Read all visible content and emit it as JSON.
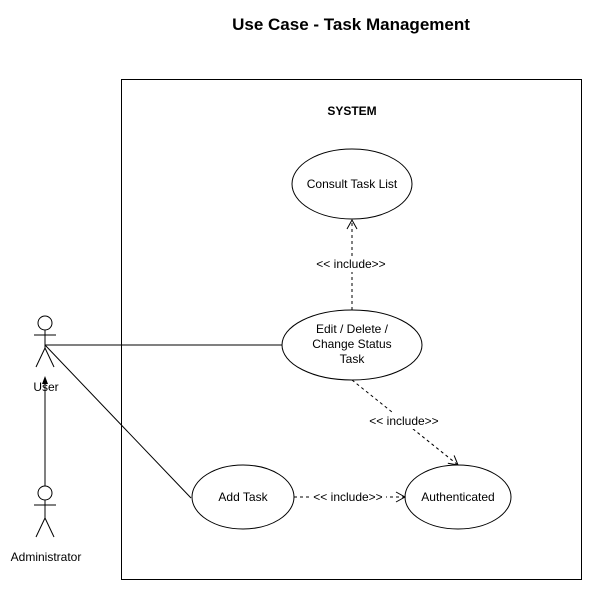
{
  "title": "Use Case - Task Management",
  "system_label": "SYSTEM",
  "actors": {
    "user": "User",
    "administrator": "Administrator"
  },
  "use_cases": {
    "consult": "Consult Task List",
    "edit_line1": "Edit / Delete /",
    "edit_line2": "Change Status",
    "edit_line3": "Task",
    "add": "Add Task",
    "authenticated": "Authenticated"
  },
  "relations": {
    "include_consult": "<< include>>",
    "include_auth_from_edit": "<< include>>",
    "include_auth_from_add": "<< include>>"
  }
}
